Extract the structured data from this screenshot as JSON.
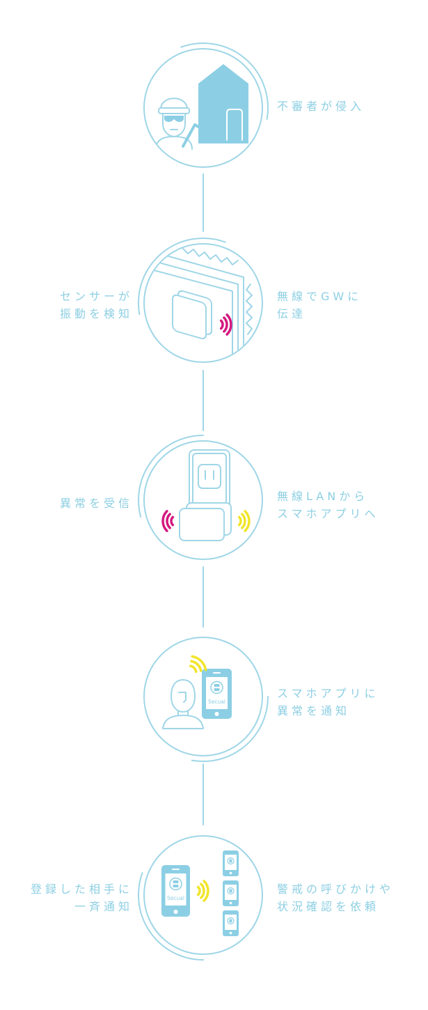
{
  "steps": [
    {
      "icons": [
        "burglar-icon",
        "house-icon"
      ],
      "right": [
        "不審者が侵入"
      ]
    },
    {
      "icons": [
        "wall-icon",
        "sensor-icon",
        "signal-waves-icon"
      ],
      "left": [
        "センサーが",
        "振動を検知"
      ],
      "right": [
        "無線でGWに",
        "伝達"
      ]
    },
    {
      "icons": [
        "power-outlet-icon",
        "gateway-icon",
        "signal-waves-icon"
      ],
      "left": [
        "異常を受信"
      ],
      "right": [
        "無線LANから",
        "スマホアプリへ"
      ]
    },
    {
      "icons": [
        "person-icon",
        "smartphone-icon",
        "signal-waves-icon"
      ],
      "right": [
        "スマホアプリに",
        "異常を通知"
      ]
    },
    {
      "icons": [
        "smartphone-icon",
        "signal-waves-icon",
        "contact-phones-icon"
      ],
      "left": [
        "登録した相手に",
        "一斉通知"
      ],
      "right": [
        "警戒の呼びかけや",
        "状況確認を依頼"
      ]
    }
  ],
  "app_brand": "Secual",
  "colors": {
    "background": "#ffffff",
    "line": "#9fd6e7",
    "fill": "#8ccfe4",
    "text": "#8dcfe3",
    "signal_magenta": "#d4187f",
    "signal_yellow": "#f1e52a"
  }
}
